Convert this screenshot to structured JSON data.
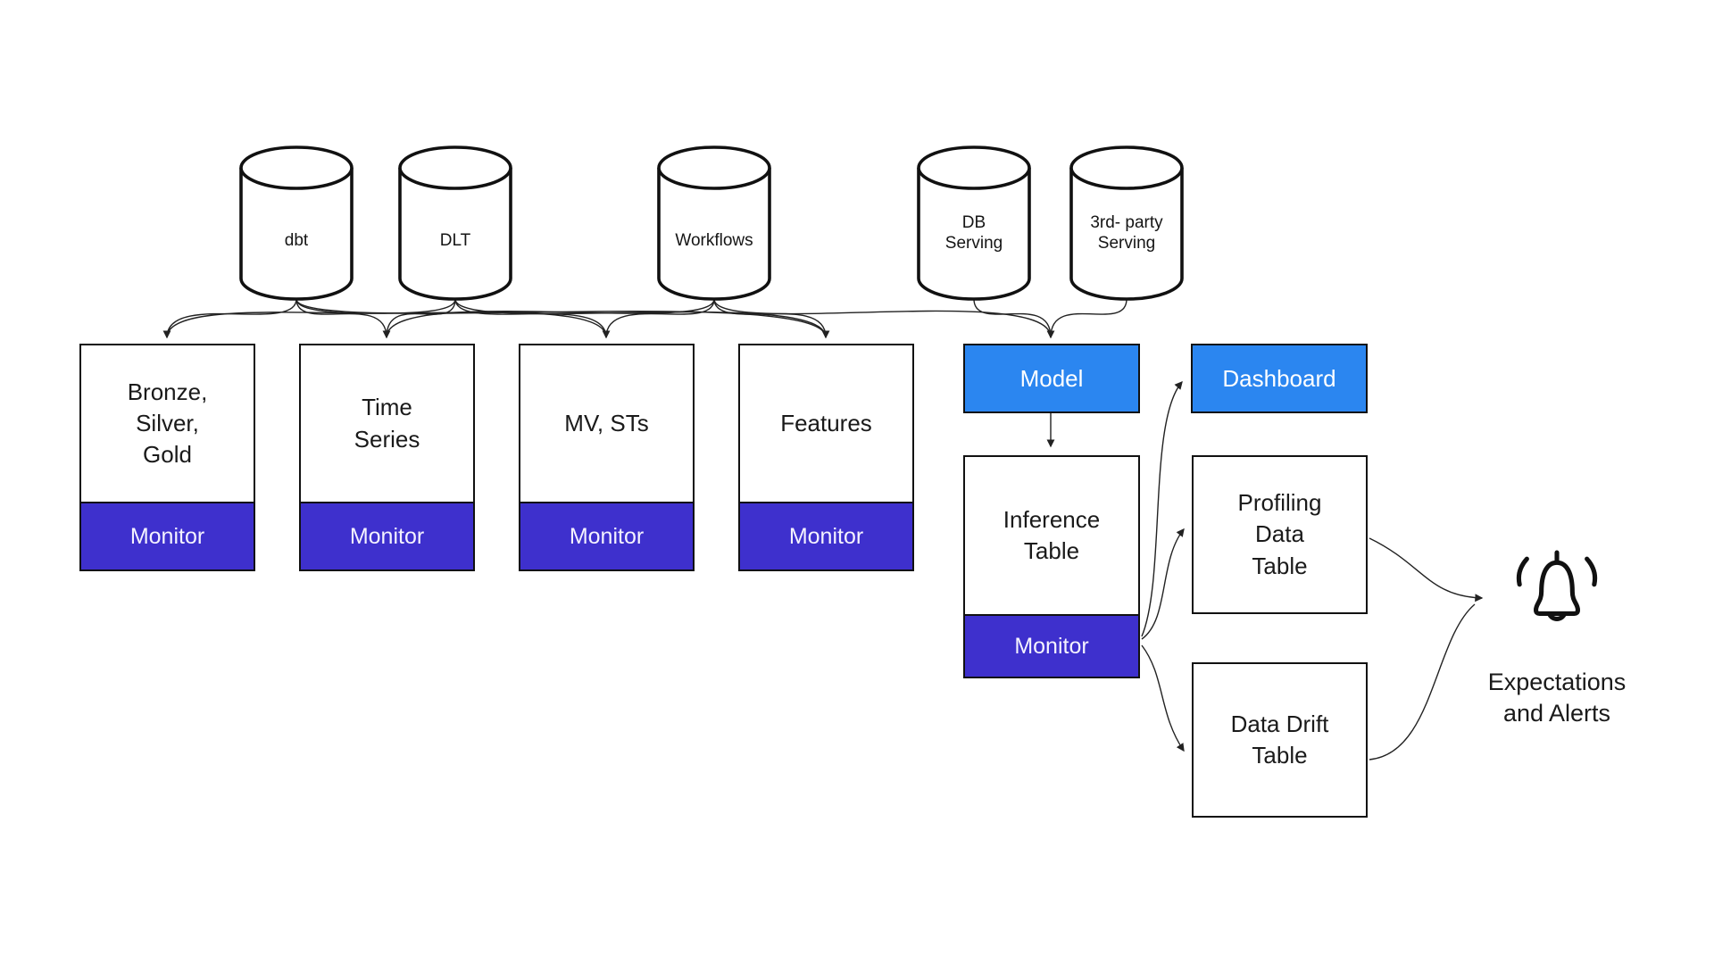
{
  "colors": {
    "monitor_purple": "#3E30CD",
    "accent_blue": "#2B86F0",
    "line": "#222222",
    "ink": "#111111"
  },
  "cylinders": [
    {
      "id": "dbt",
      "lines": [
        "dbt"
      ]
    },
    {
      "id": "dlt",
      "lines": [
        "DLT"
      ]
    },
    {
      "id": "workflows",
      "lines": [
        "Workflows"
      ]
    },
    {
      "id": "db-serving",
      "lines": [
        "DB",
        "Serving"
      ]
    },
    {
      "id": "third-party-serving",
      "lines": [
        "3rd- party",
        "Serving"
      ]
    }
  ],
  "tables": [
    {
      "id": "bronze-silver-gold",
      "lines": [
        "Bronze,",
        "Silver,",
        "Gold"
      ],
      "monitor": "Monitor"
    },
    {
      "id": "time-series",
      "lines": [
        "Time",
        "Series"
      ],
      "monitor": "Monitor"
    },
    {
      "id": "mv-sts",
      "lines": [
        "MV, STs"
      ],
      "monitor": "Monitor"
    },
    {
      "id": "features",
      "lines": [
        "Features"
      ],
      "monitor": "Monitor"
    }
  ],
  "model": {
    "label": "Model"
  },
  "dashboard": {
    "label": "Dashboard"
  },
  "inference": {
    "lines": [
      "Inference",
      "Table"
    ],
    "monitor": "Monitor"
  },
  "profiling": {
    "lines": [
      "Profiling",
      "Data",
      "Table"
    ]
  },
  "data_drift": {
    "lines": [
      "Data Drift",
      "Table"
    ]
  },
  "alerts": {
    "label": "Expectations and Alerts"
  }
}
